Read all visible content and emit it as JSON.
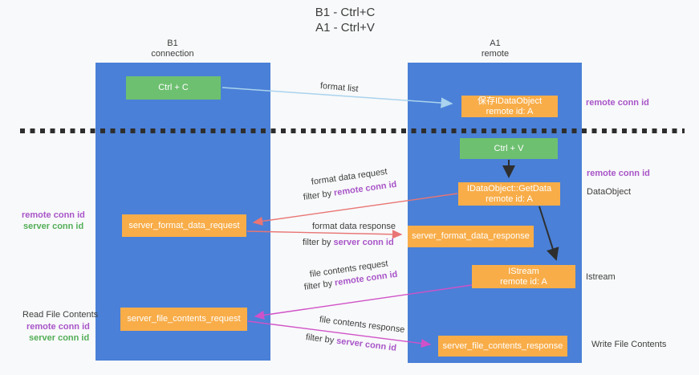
{
  "page": {
    "title_line1": "B1 - Ctrl+C",
    "title_line2": "A1 - Ctrl+V"
  },
  "columns": {
    "b1": {
      "title": "B1",
      "subtitle": "connection"
    },
    "a1": {
      "title": "A1",
      "subtitle": "remote"
    }
  },
  "boxes": {
    "ctrl_c": {
      "label": "Ctrl + C"
    },
    "save_dataobject": {
      "line1": "保存IDataObject",
      "line2": "remote id: A"
    },
    "ctrl_v": {
      "label": "Ctrl + V"
    },
    "getdata": {
      "line1": "IDataObject::GetData",
      "line2": "remote id: A"
    },
    "server_format_data_request": {
      "label": "server_format_data_request"
    },
    "server_format_data_response": {
      "label": "server_format_data_response"
    },
    "istream": {
      "line1": "IStream",
      "line2": "remote id: A"
    },
    "server_file_contents_request": {
      "label": "server_file_contents_request"
    },
    "server_file_contents_response": {
      "label": "server_file_contents_response"
    }
  },
  "edge_labels": {
    "format_list": "format list",
    "format_data_request": "format data request",
    "format_data_request_filter_prefix": "filter by ",
    "format_data_request_filter_key": "remote conn id",
    "format_data_response": "format data response",
    "format_data_response_filter_prefix": "filter by ",
    "format_data_response_filter_key": "server conn id",
    "file_contents_request": "file contents request",
    "file_contents_request_filter_prefix": "filter by ",
    "file_contents_request_filter_key": "remote conn id",
    "file_contents_response": "file contents response",
    "file_contents_response_filter_prefix": "filter by ",
    "file_contents_response_filter_key": "server conn id"
  },
  "side_labels": {
    "right_remote_conn_top": "remote conn id",
    "right_remote_conn_mid": "remote conn id",
    "right_dataobject": "DataObject",
    "right_istream": "Istream",
    "right_write_file": "Write File Contents",
    "left_remote_conn_mid": "remote conn id",
    "left_server_conn_mid": "server conn id",
    "left_read_file": "Read File Contents",
    "left_remote_conn_bottom": "remote conn id",
    "left_server_conn_bottom": "server conn id"
  },
  "colors": {
    "column_blue": "#4a80d7",
    "box_orange": "#f8ad49",
    "box_green": "#6ec071",
    "arrow_lightblue": "#a9d3ee",
    "arrow_red": "#e97575",
    "arrow_magenta": "#d052c8",
    "arrow_black": "#2e2e2e",
    "label_purple": "#a855c8",
    "label_green": "#53ae58"
  }
}
